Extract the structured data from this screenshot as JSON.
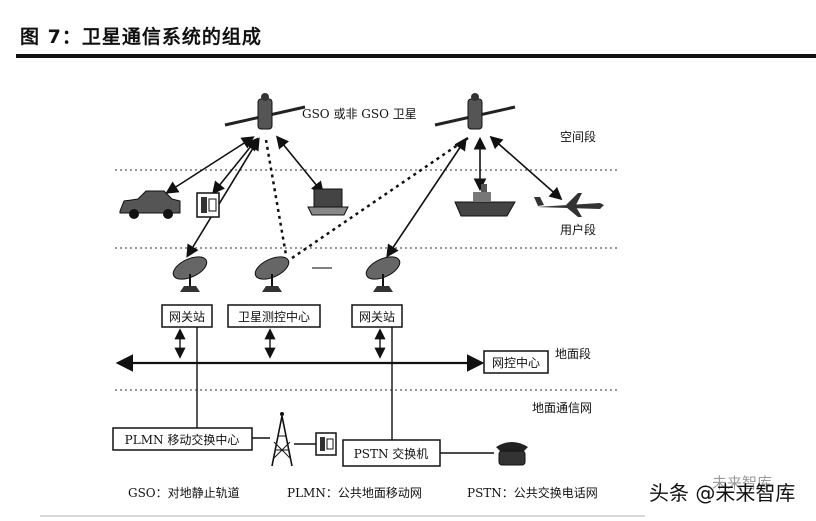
{
  "figure": {
    "title": "图 7：卫星通信系统的组成"
  },
  "labels": {
    "satellite": "GSO 或非 GSO 卫星",
    "space_segment": "空间段",
    "user_segment": "用户段",
    "ground_segment": "地面段",
    "ground_network": "地面通信网"
  },
  "boxes": {
    "gateway_left": "网关站",
    "control_center": "卫星测控中心",
    "gateway_right": "网关站",
    "network_control": "网控中心",
    "plmn_switch": "PLMN 移动交换中心",
    "pstn_switch": "PSTN 交换机"
  },
  "legend": {
    "gso": "GSO：对地静止轨道",
    "plmn": "PLMN：公共地面移动网",
    "pstn": "PSTN：公共交换电话网"
  },
  "watermark": {
    "text": "头条 @未来智库",
    "brand": "未来智库"
  },
  "icons": [
    "satellite-icon",
    "car-icon",
    "telephone-icon",
    "laptop-icon",
    "ship-icon",
    "airplane-icon",
    "dish-antenna-icon",
    "cell-tower-icon"
  ]
}
